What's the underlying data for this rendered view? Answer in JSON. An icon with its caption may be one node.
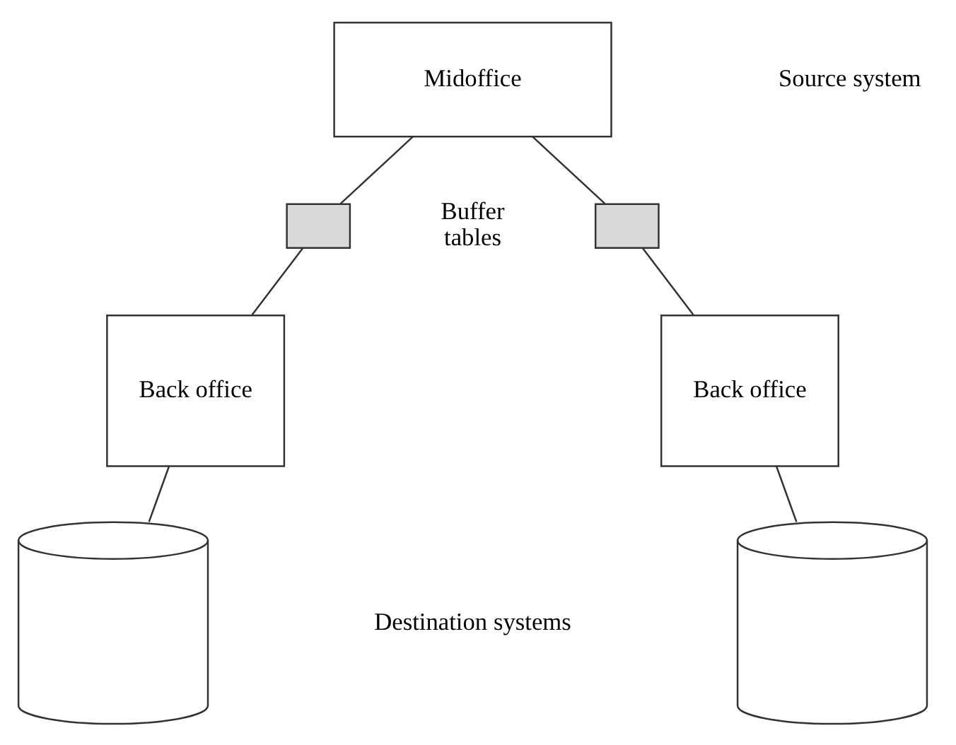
{
  "diagram": {
    "nodes": [
      {
        "text": [
          "Midoffice"
        ]
      },
      {
        "text": [],
        "shape": "box"
      },
      {
        "text": [],
        "shape": "box"
      },
      {
        "text": [
          "Back office"
        ]
      },
      {
        "text": [
          "Back office"
        ]
      },
      {
        "text": [],
        "shape": "cylinder"
      },
      {
        "text": [],
        "shape": "cylinder"
      }
    ],
    "edges": [
      {
        "from": 0,
        "to": 1,
        "arrow": "none"
      },
      {
        "from": 1,
        "to": 3,
        "arrow": "none"
      },
      {
        "from": 0,
        "to": 2,
        "arrow": "none"
      },
      {
        "from": 2,
        "to": 4,
        "arrow": "none"
      },
      {
        "from": 3,
        "to": 5,
        "arrow": "none"
      },
      {
        "from": 4,
        "to": 6,
        "arrow": "none"
      }
    ],
    "labels": [
      "Source system",
      "Buffer tables",
      "Destination systems"
    ]
  }
}
